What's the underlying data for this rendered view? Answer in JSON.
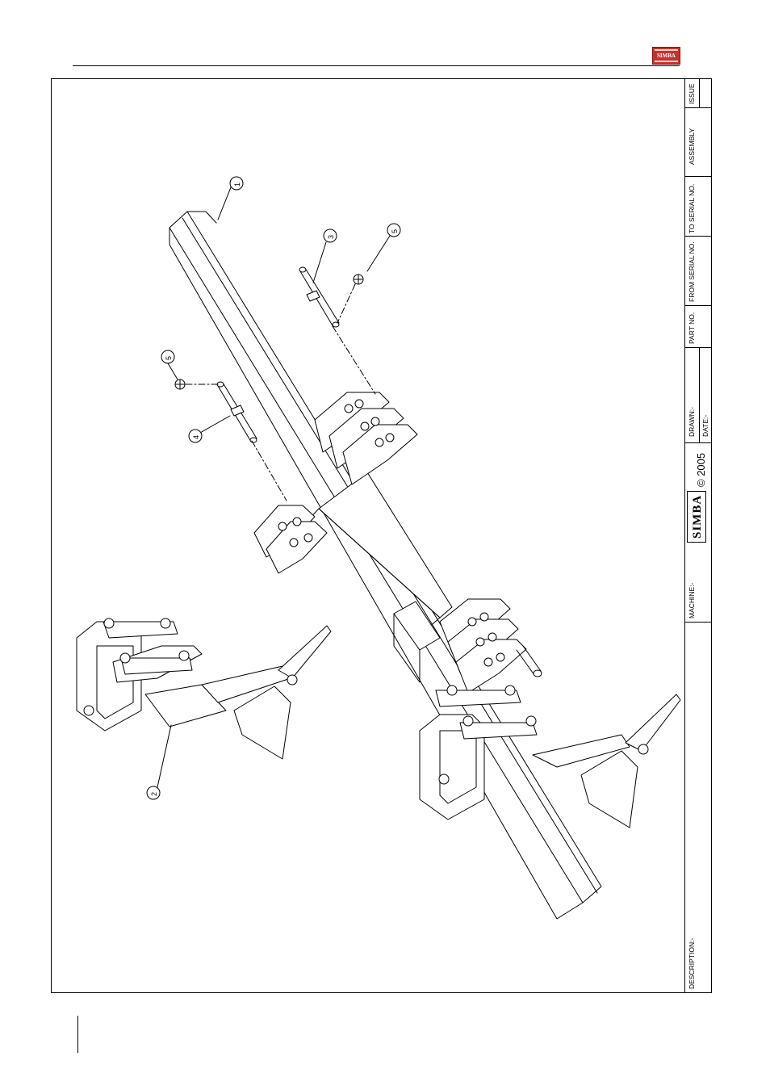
{
  "header": {
    "logo_text": "SIMBA"
  },
  "title_block": {
    "issue_label": "ISSUE",
    "assembly_label": "ASSEMBLY",
    "to_serial_label": "TO SERIAL NO.",
    "from_serial_label": "FROM SERIAL NO.",
    "part_no_label": "PART NO.",
    "drawn_label": "DRAWN:-",
    "date_label": "DATE:-",
    "brand_text": "SIMBA",
    "copyright_text": "© 2005",
    "machine_label": "MACHINE:-",
    "description_label": "DESCRIPTION:-"
  },
  "callouts": [
    "1",
    "2",
    "3",
    "4",
    "5",
    "5"
  ],
  "colors": {
    "logo_red": "#c8312a",
    "line": "#000000"
  }
}
